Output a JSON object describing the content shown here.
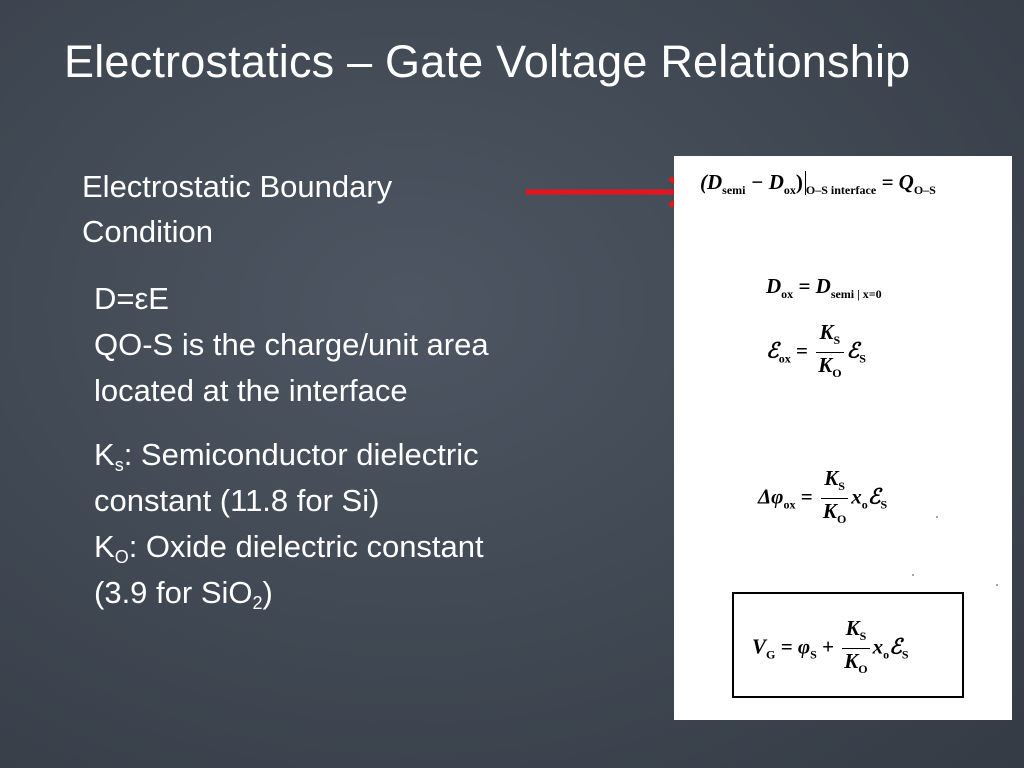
{
  "title": "Electrostatics – Gate Voltage Relationship",
  "left": {
    "heading": "Electrostatic Boundary Condition",
    "d_eq": "D=εE",
    "qos_desc": "QO-S is the charge/unit area located at the interface",
    "ks": {
      "sym": "K",
      "sub": "s",
      "desc": ":  Semiconductor dielectric constant (11.8 for Si)"
    },
    "ko": {
      "sym": "K",
      "sub": "O",
      "desc_pre": ":  Oxide dielectric constant (3.9 for SiO",
      "desc_sub": "2",
      "desc_post": ")"
    }
  },
  "equations": {
    "eq1": {
      "open": "(D",
      "s1": "semi",
      "minus": " − D",
      "s2": "ox",
      "close": ")",
      "s3": "O–S interface",
      "rhs": " = Q",
      "s4": "O–S"
    },
    "eq2": {
      "lhs": "D",
      "s1": "ox",
      "mid": " = D",
      "s2": "semi | x=0"
    },
    "eq3": {
      "lhs": "ℰ",
      "s1": "ox",
      "eq": " = ",
      "num": "K",
      "num_s": "S",
      "den": "K",
      "den_s": "O",
      "tail": "ℰ",
      "tail_s": "S"
    },
    "eq4": {
      "lhs": "Δφ",
      "s1": "ox",
      "eq": " = ",
      "num": "K",
      "num_s": "S",
      "den": "K",
      "den_s": "O",
      "x": "x",
      "x_s": "o",
      "tail": "ℰ",
      "tail_s": "S"
    },
    "eq5": {
      "lhs": "V",
      "s1": "G",
      "mid": " = φ",
      "s2": "S",
      "plus": " + ",
      "num": "K",
      "num_s": "S",
      "den": "K",
      "den_s": "O",
      "x": "x",
      "x_s": "o",
      "tail": "ℰ",
      "tail_s": "S"
    }
  },
  "colors": {
    "background": "#434b56",
    "text": "#ffffff",
    "arrow": "#e8141b",
    "panel": "#ffffff"
  },
  "icons": {
    "arrow": "red-right-arrow"
  }
}
